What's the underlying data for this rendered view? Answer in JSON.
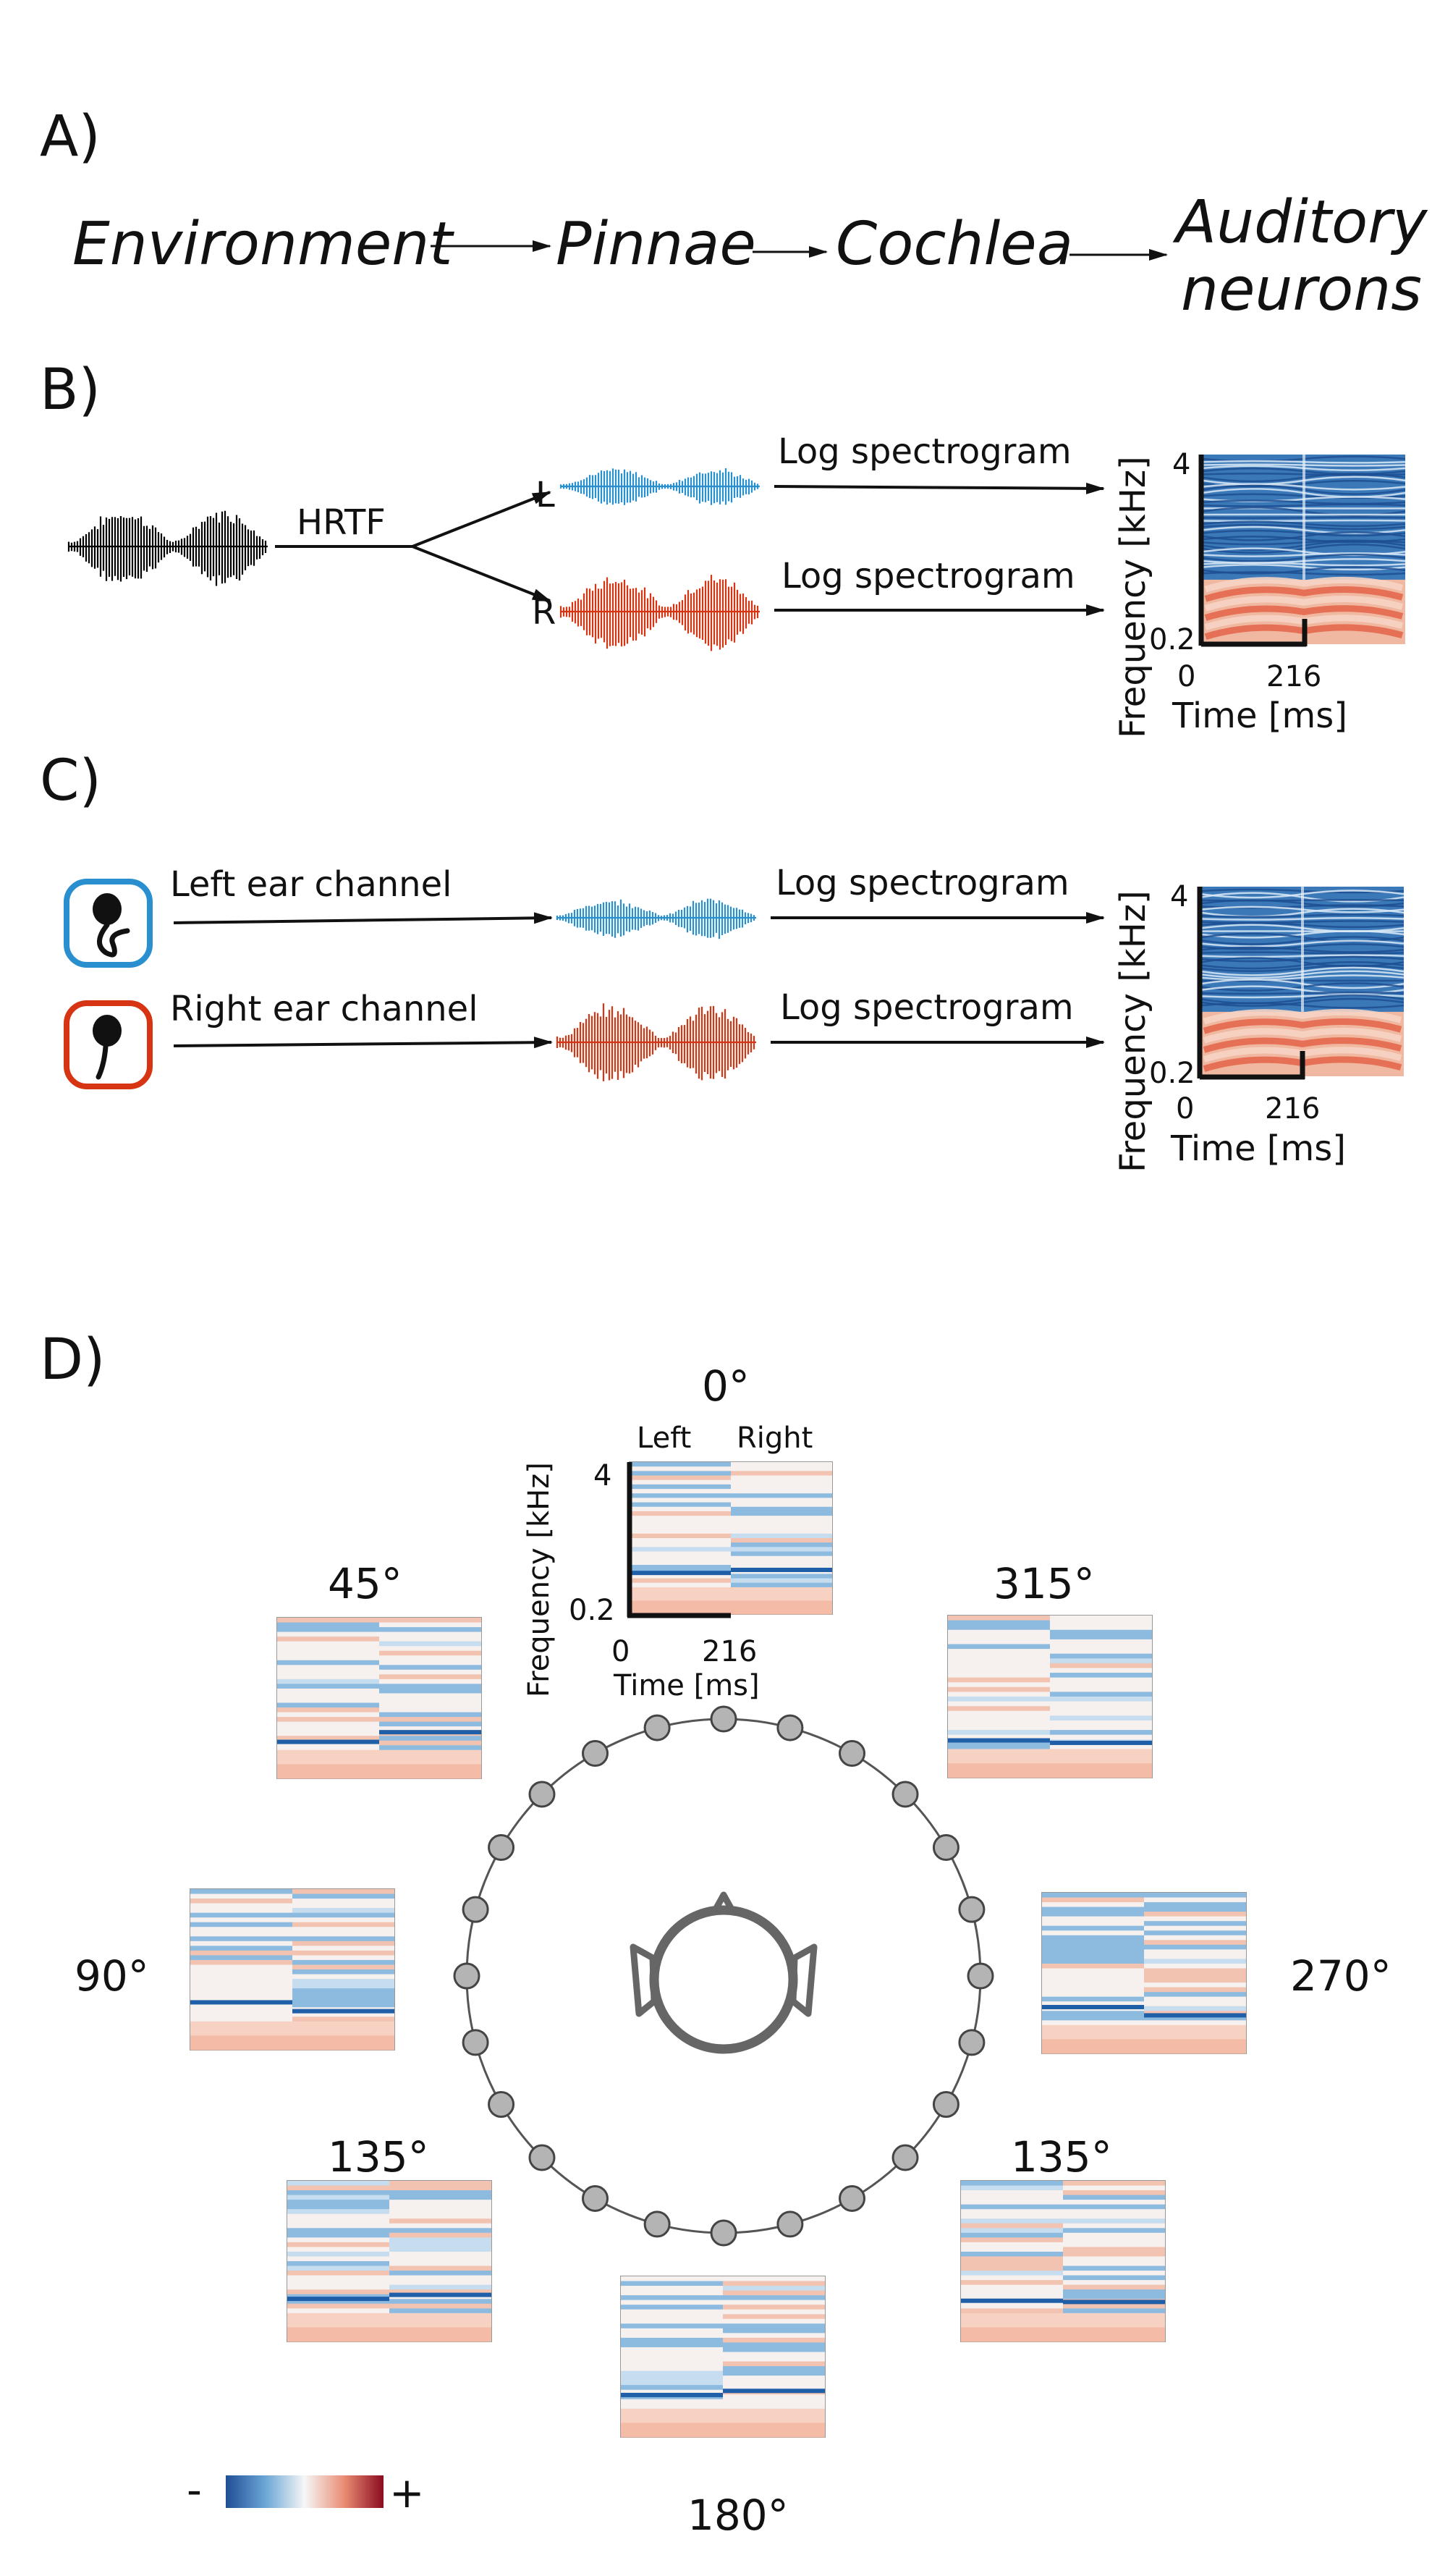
{
  "panels": {
    "a": {
      "label": "A)",
      "stages": [
        "Environment",
        "Pinnae",
        "Cochlea",
        "Auditory",
        "neurons"
      ]
    },
    "b": {
      "label": "B)",
      "hrtf": "HRTF",
      "left": "L",
      "right": "R",
      "top_arrow": "Log spectrogram",
      "bottom_arrow": "Log spectrogram",
      "ylabel": "Frequency [kHz]",
      "xlabel": "Time [ms]",
      "y_ticks": [
        "4",
        "0.2"
      ],
      "x_ticks": [
        "0",
        "216"
      ]
    },
    "c": {
      "label": "C)",
      "left_channel": "Left ear channel",
      "right_channel": "Right ear channel",
      "top_arrow": "Log spectrogram",
      "bottom_arrow": "Log spectrogram",
      "ylabel": "Frequency [kHz]",
      "xlabel": "Time [ms]",
      "y_ticks": [
        "4",
        "0.2"
      ],
      "x_ticks": [
        "0",
        "216"
      ]
    },
    "d": {
      "label": "D)",
      "left_col": "Left",
      "right_col": "Right",
      "ylabel": "Frequency [kHz]",
      "xlabel": "Time [ms]",
      "y_ticks": [
        "4",
        "0.2"
      ],
      "x_ticks": [
        "0",
        "216"
      ],
      "angles": {
        "a0": "0°",
        "a45": "45°",
        "a90": "90°",
        "a135_left": "135°",
        "a180": "180°",
        "a135_right": "135°",
        "a270": "270°",
        "a315": "315°"
      },
      "speaker_count": 24,
      "colorbar": {
        "minus": "-",
        "plus": "+"
      }
    }
  },
  "colors": {
    "left_wave": "#2a8fcf",
    "right_wave": "#d63412",
    "source_wave": "#000000",
    "blue": "#1f5fa8",
    "red": "#d6604d",
    "head": "#666666",
    "speaker_fill": "#b4b4b4"
  }
}
